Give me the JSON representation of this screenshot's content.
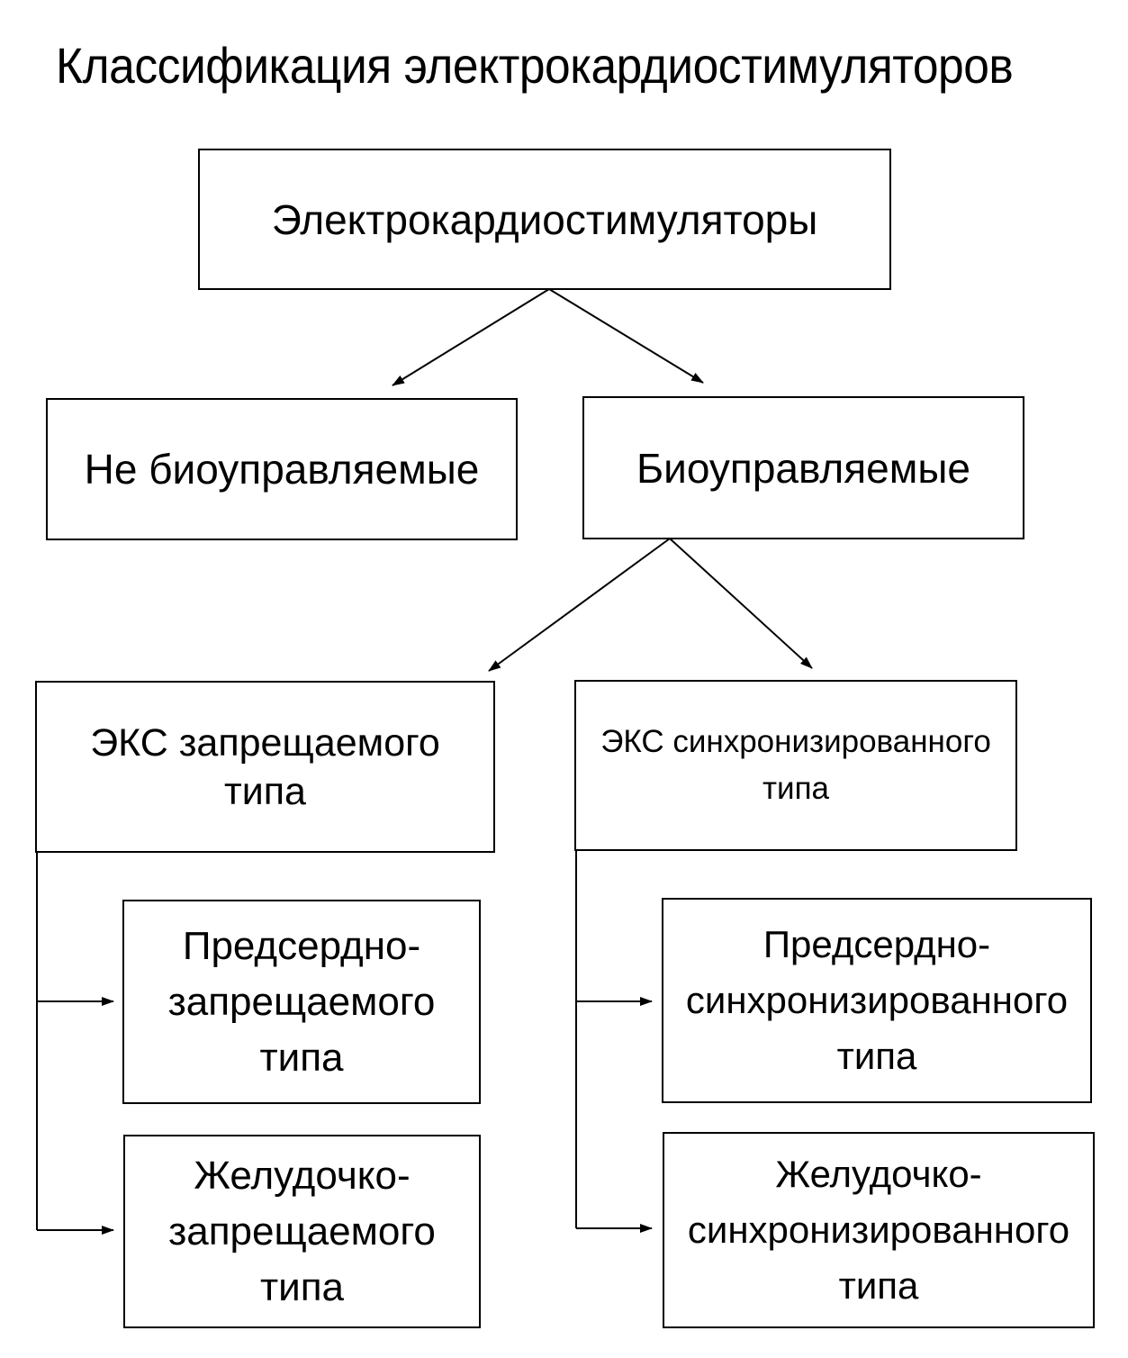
{
  "title": "Классификация электрокардиостимуляторов",
  "nodes": {
    "root": "Электрокардиостимуляторы",
    "non_bio": "Не биоуправляемые",
    "bio": "Биоуправляемые",
    "inhibited": "ЭКС запрещаемого\nтипа",
    "synchronized": "ЭКС синхронизированного\nтипа",
    "atrial_inhibited": "Предсердно-\nзапрещаемого\nтипа",
    "ventricular_inhibited": "Желудочко-\nзапрещаемого\nтипа",
    "atrial_synchronized": "Предсердно-\nсинхронизированного\nтипа",
    "ventricular_synchronized": "Желудочко-\nсинхронизированного\nтипа"
  },
  "edges": [
    {
      "from": "root",
      "to": "non_bio"
    },
    {
      "from": "root",
      "to": "bio"
    },
    {
      "from": "bio",
      "to": "inhibited"
    },
    {
      "from": "bio",
      "to": "synchronized"
    },
    {
      "from": "inhibited",
      "to": "atrial_inhibited"
    },
    {
      "from": "inhibited",
      "to": "ventricular_inhibited"
    },
    {
      "from": "synchronized",
      "to": "atrial_synchronized"
    },
    {
      "from": "synchronized",
      "to": "ventricular_synchronized"
    }
  ]
}
